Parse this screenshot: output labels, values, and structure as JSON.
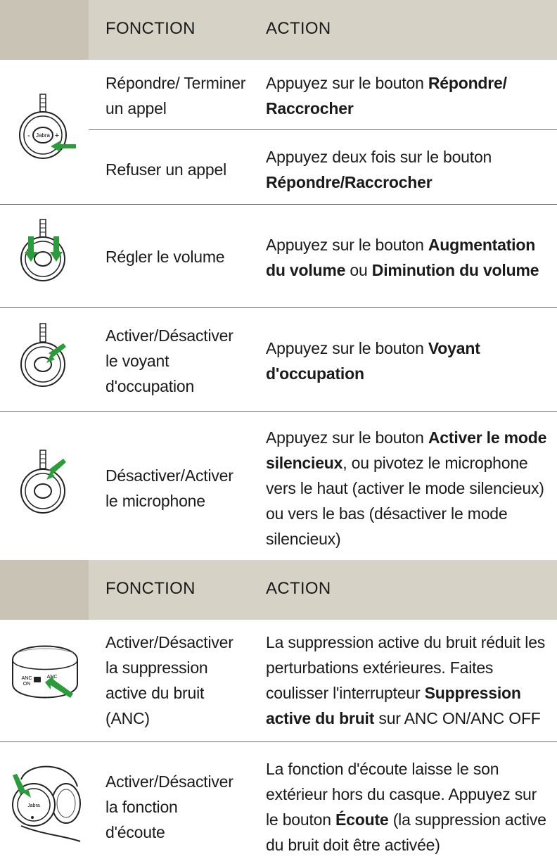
{
  "header1": {
    "function": "FONCTION",
    "action": "ACTION"
  },
  "header2": {
    "function": "FONCTION",
    "action": "ACTION"
  },
  "rows": [
    {
      "function": "Répondre/ Terminer un appel",
      "action_parts": [
        {
          "t": "Appuyez sur le bouton "
        },
        {
          "t": "Répondre/ Raccrocher",
          "b": true
        }
      ],
      "icon": "dial-answer-button-icon"
    },
    {
      "function": "Refuser un appel",
      "action_parts": [
        {
          "t": "Appuyez deux fois sur le bouton "
        },
        {
          "t": "Répondre/Raccrocher",
          "b": true
        }
      ]
    },
    {
      "function": "Régler le volume",
      "action_parts": [
        {
          "t": "Appuyez sur le bouton "
        },
        {
          "t": "Augmentation du volume",
          "b": true
        },
        {
          "t": " ou "
        },
        {
          "t": "Diminution du volume",
          "b": true
        }
      ],
      "icon": "dial-volume-buttons-icon"
    },
    {
      "function": "Activer/Désactiver le voyant d'occupation",
      "action_parts": [
        {
          "t": "Appuyez sur le bouton "
        },
        {
          "t": "Voyant d'occupation",
          "b": true
        }
      ],
      "icon": "dial-busylight-button-icon"
    },
    {
      "function": "Désactiver/Activer le microphone",
      "action_parts": [
        {
          "t": "Appuyez sur le bouton "
        },
        {
          "t": "Activer le mode silencieux",
          "b": true
        },
        {
          "t": ", ou pivotez le microphone vers le haut (activer le mode silencieux) ou vers le bas (désactiver le mode silencieux)"
        }
      ],
      "icon": "dial-mute-button-icon"
    },
    {
      "function": "Activer/Désactiver la suppression active du bruit (ANC)",
      "action_parts": [
        {
          "t": "La suppression active du bruit réduit les perturbations extérieures. Faites coulisser l'interrupteur "
        },
        {
          "t": "Suppression active du bruit",
          "b": true
        },
        {
          "t": " sur ANC ON/ANC OFF"
        }
      ],
      "icon": "anc-switch-icon"
    },
    {
      "function": "Activer/Désactiver la fonction d'écoute",
      "action_parts": [
        {
          "t": "La fonction d'écoute laisse le son extérieur hors du casque. Appuyez sur le bouton "
        },
        {
          "t": "Écoute",
          "b": true
        },
        {
          "t": " (la suppression active du bruit doit être activée)"
        }
      ],
      "icon": "headset-hearthrough-button-icon"
    }
  ],
  "icon_text": {
    "brand": "Jabra",
    "minus": "-",
    "plus": "+",
    "anc": "ANC",
    "on": "ON"
  },
  "colors": {
    "header_bg": "#d6d2c5",
    "header_first_col": "#c8c3b4",
    "arrow": "#2a9d3a"
  }
}
